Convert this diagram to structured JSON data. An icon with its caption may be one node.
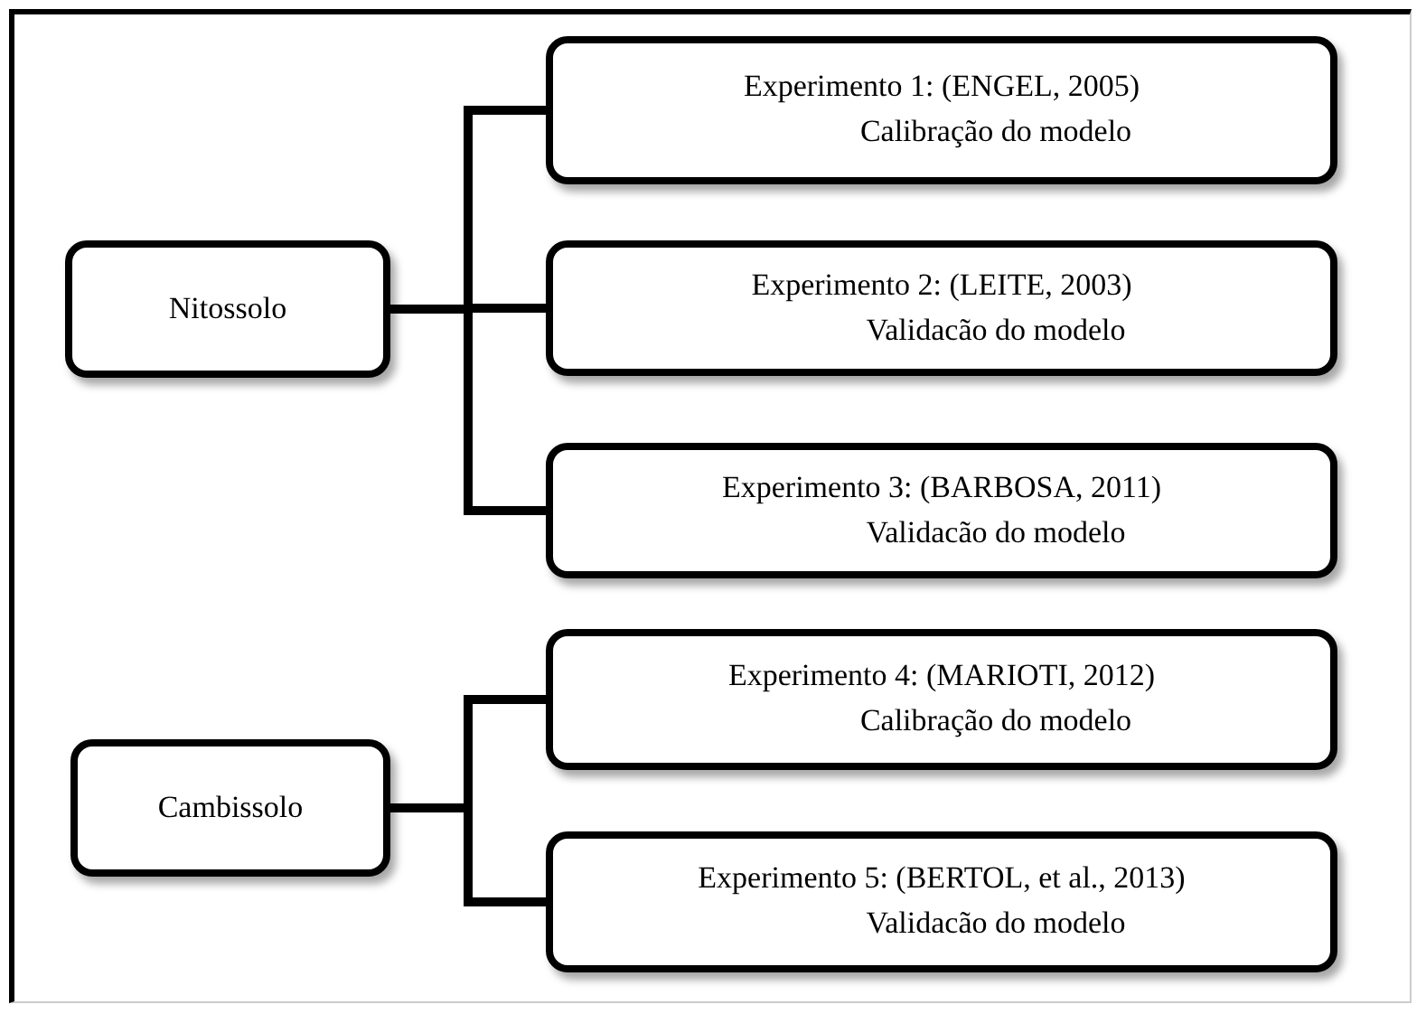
{
  "diagram": {
    "nodes": [
      {
        "text": [
          "Nitossolo"
        ]
      },
      {
        "text": [
          "Experimento 1: (ENGEL, 2005)",
          "Calibração do modelo"
        ]
      },
      {
        "text": [
          "Experimento 2: (LEITE, 2003)",
          "Validacão do modelo"
        ]
      },
      {
        "text": [
          "Experimento 3: (BARBOSA, 2011)",
          "Validacão do modelo"
        ]
      },
      {
        "text": [
          "Cambissolo"
        ]
      },
      {
        "text": [
          "Experimento 4: (MARIOTI, 2012)",
          "Calibração do modelo"
        ]
      },
      {
        "text": [
          "Experimento 5: (BERTOL, et al., 2013)",
          "Validacão do modelo"
        ]
      }
    ],
    "edges": [
      {
        "from": 0,
        "to": 1,
        "arrow": "none"
      },
      {
        "from": 0,
        "to": 2,
        "arrow": "none"
      },
      {
        "from": 0,
        "to": 3,
        "arrow": "none"
      },
      {
        "from": 4,
        "to": 5,
        "arrow": "none"
      },
      {
        "from": 4,
        "to": 6,
        "arrow": "none"
      }
    ]
  }
}
